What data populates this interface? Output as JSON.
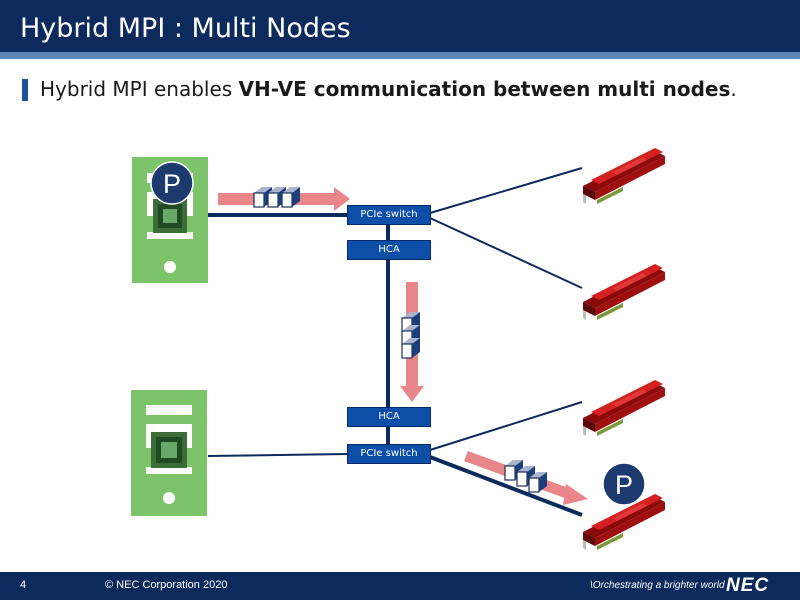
{
  "slide": {
    "title": "Hybrid MPI : Multi Nodes",
    "bullet": {
      "prefix": "Hybrid MPI enables ",
      "bold": "VH-VE communication between multi nodes",
      "suffix": "."
    }
  },
  "diagram": {
    "pcie_switch_label": "PCIe switch",
    "hca_label": "HCA",
    "process_label": "P"
  },
  "footer": {
    "page_number": "4",
    "copyright": "© NEC Corporation 2020",
    "tagline": "\\Orchestrating a brighter world",
    "logo": "NEC"
  },
  "colors": {
    "title_bar": "#0c2a5c",
    "accent_stripe": "#5b86b8",
    "node_green": "#7dc36a",
    "switch_blue": "#0d4fa8",
    "arrow_pink": "#e8868a",
    "card_red": "#c81818"
  }
}
